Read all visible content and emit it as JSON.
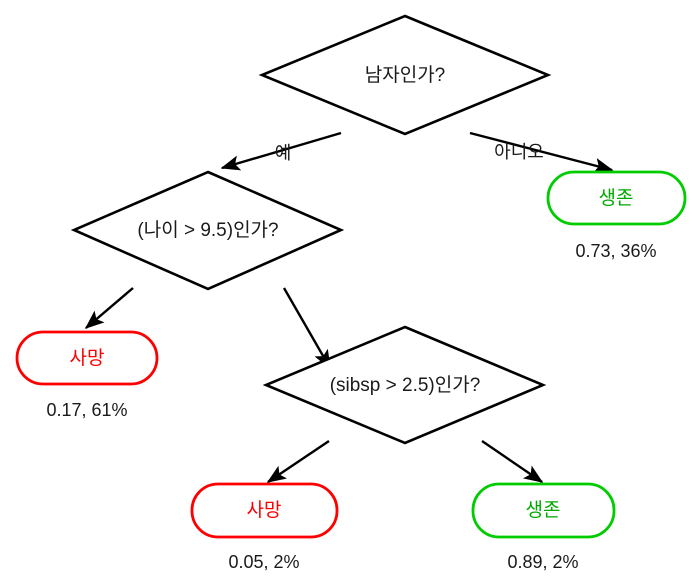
{
  "diagram": {
    "type": "decision-tree",
    "title": "",
    "colors": {
      "positive": "#00cc00",
      "negative": "#ff0000",
      "stroke": "#000000",
      "background": "#ffffff"
    }
  },
  "nodes": {
    "root": {
      "id": "root",
      "shape": "diamond",
      "label": "남자인가?"
    },
    "age": {
      "id": "age",
      "shape": "diamond",
      "label": "(나이 > 9.5)인가?"
    },
    "sibsp": {
      "id": "sibsp",
      "shape": "diamond",
      "label": "(sibsp > 2.5)인가?"
    },
    "leaf_survived_right": {
      "id": "leaf_survived_right",
      "shape": "rounded-rect",
      "label": "생존",
      "stat": "0.73, 36%",
      "probability": 0.73,
      "percent": "36%",
      "class": "survived"
    },
    "leaf_died_left": {
      "id": "leaf_died_left",
      "shape": "rounded-rect",
      "label": "사망",
      "stat": "0.17, 61%",
      "probability": 0.17,
      "percent": "61%",
      "class": "died"
    },
    "leaf_died_bottom": {
      "id": "leaf_died_bottom",
      "shape": "rounded-rect",
      "label": "사망",
      "stat": "0.05, 2%",
      "probability": 0.05,
      "percent": "2%",
      "class": "died"
    },
    "leaf_survived_bottom": {
      "id": "leaf_survived_bottom",
      "shape": "rounded-rect",
      "label": "생존",
      "stat": "0.89, 2%",
      "probability": 0.89,
      "percent": "2%",
      "class": "survived"
    }
  },
  "edges": {
    "root_yes": {
      "from": "root",
      "to": "age",
      "label": "예"
    },
    "root_no": {
      "from": "root",
      "to": "leaf_survived_right",
      "label": "아니오"
    },
    "age_yes": {
      "from": "age",
      "to": "leaf_died_left",
      "label": ""
    },
    "age_no": {
      "from": "age",
      "to": "sibsp",
      "label": ""
    },
    "sibsp_yes": {
      "from": "sibsp",
      "to": "leaf_died_bottom",
      "label": ""
    },
    "sibsp_no": {
      "from": "sibsp",
      "to": "leaf_survived_bottom",
      "label": ""
    }
  }
}
